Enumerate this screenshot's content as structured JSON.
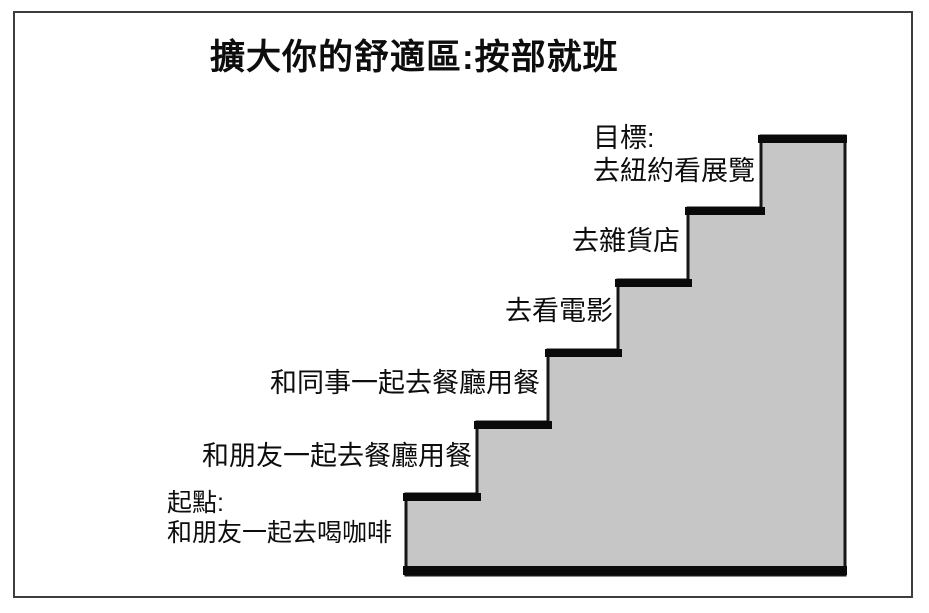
{
  "diagram": {
    "title": "擴大你的舒適區:按部就班",
    "type": "staircase-progression",
    "direction": "ascending-left-to-right",
    "colors": {
      "step_fill": "#c6c6c6",
      "step_line": "#0a0a0a",
      "frame_border": "#3d3d3d",
      "background": "#ffffff",
      "text": "#0d0d0d"
    },
    "steps_bottom_to_top": [
      {
        "id": "start",
        "lines": [
          "起點:",
          "和朋友一起去喝咖啡"
        ]
      },
      {
        "id": "friends",
        "lines": [
          "和朋友一起去餐廳用餐"
        ]
      },
      {
        "id": "colleagues",
        "lines": [
          "和同事一起去餐廳用餐"
        ]
      },
      {
        "id": "movie",
        "lines": [
          "去看電影"
        ]
      },
      {
        "id": "grocery",
        "lines": [
          "去雜貨店"
        ]
      },
      {
        "id": "goal",
        "lines": [
          "目標:",
          "去紐約看展覽"
        ]
      }
    ]
  }
}
